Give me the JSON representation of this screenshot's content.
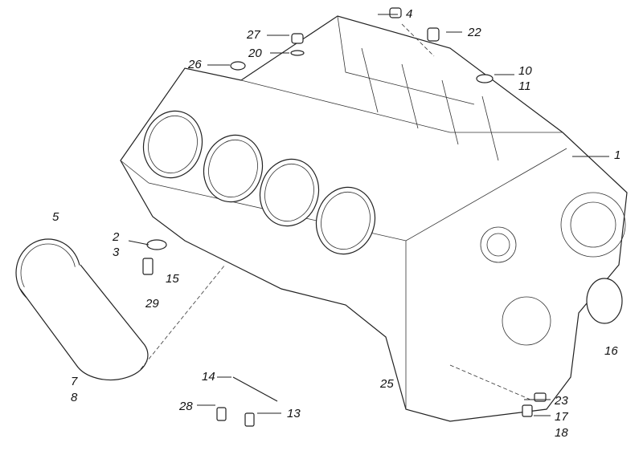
{
  "diagram": {
    "title": "Cylinder block assembly exploded view",
    "callouts": [
      {
        "id": "c4",
        "text": "4"
      },
      {
        "id": "c22",
        "text": "22"
      },
      {
        "id": "c27",
        "text": "27"
      },
      {
        "id": "c20",
        "text": "20"
      },
      {
        "id": "c26",
        "text": "26"
      },
      {
        "id": "c10",
        "text": "10"
      },
      {
        "id": "c11",
        "text": "11"
      },
      {
        "id": "c1",
        "text": "1"
      },
      {
        "id": "c5",
        "text": "5"
      },
      {
        "id": "c2",
        "text": "2"
      },
      {
        "id": "c3",
        "text": "3"
      },
      {
        "id": "c15",
        "text": "15"
      },
      {
        "id": "c29",
        "text": "29"
      },
      {
        "id": "c16",
        "text": "16"
      },
      {
        "id": "c7",
        "text": "7"
      },
      {
        "id": "c8",
        "text": "8"
      },
      {
        "id": "c14",
        "text": "14"
      },
      {
        "id": "c25",
        "text": "25"
      },
      {
        "id": "c23",
        "text": "23"
      },
      {
        "id": "c28",
        "text": "28"
      },
      {
        "id": "c13",
        "text": "13"
      },
      {
        "id": "c17",
        "text": "17"
      },
      {
        "id": "c18",
        "text": "18"
      }
    ]
  }
}
